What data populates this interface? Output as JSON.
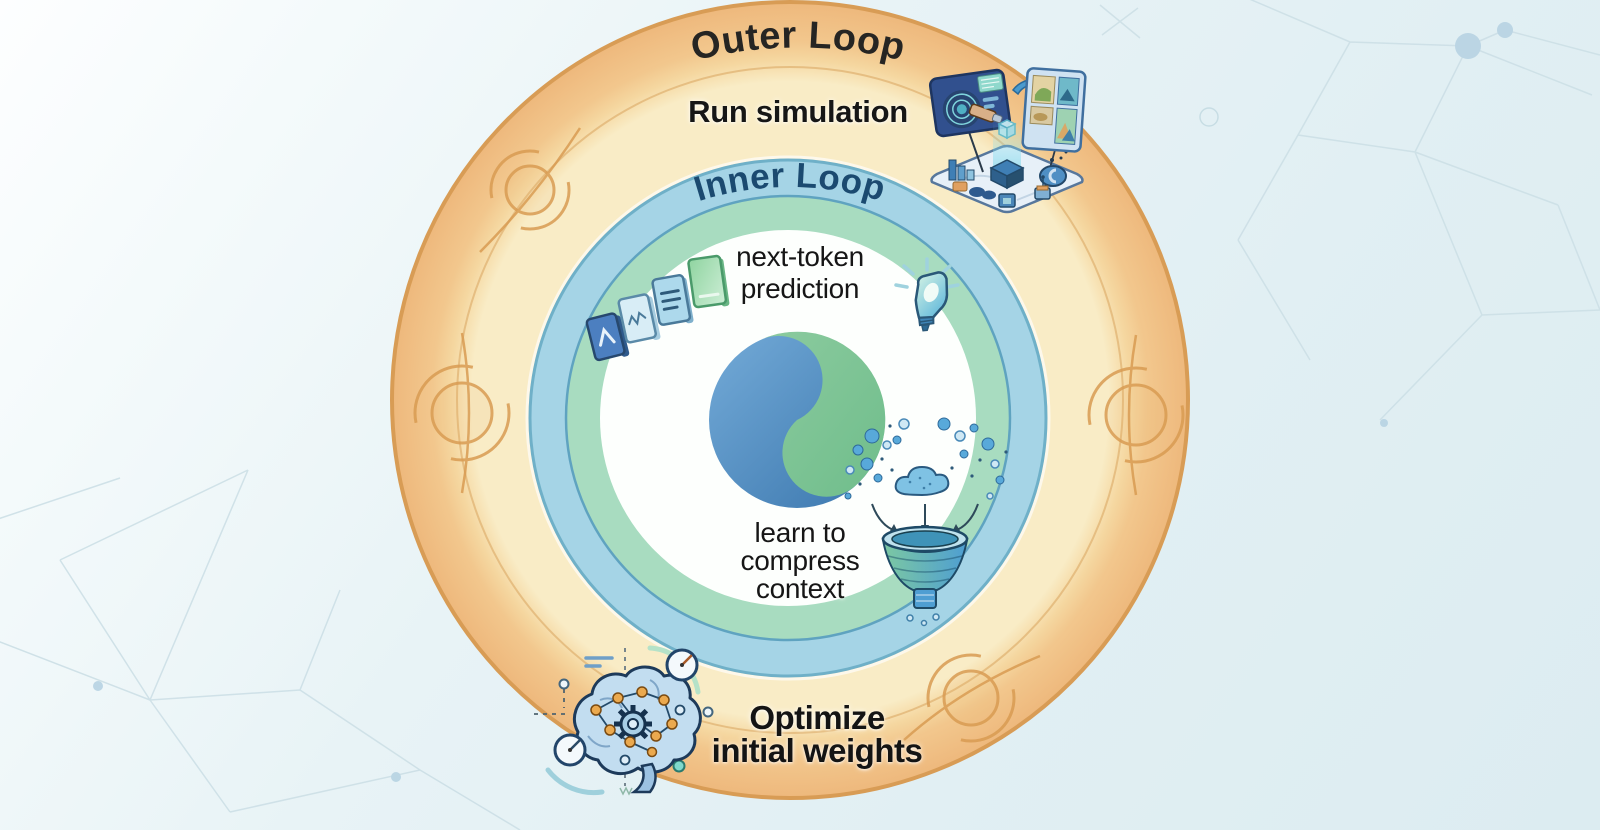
{
  "labels": {
    "outer_loop": "Outer Loop",
    "run_simulation": "Run simulation",
    "inner_loop": "Inner Loop",
    "next_token": [
      "next-token",
      "prediction"
    ],
    "compress": [
      "learn to",
      "compress",
      "context"
    ],
    "optimize": [
      "Optimize",
      "initial weights"
    ]
  },
  "icons": {
    "core": "blue-green-swirl-core",
    "token_cards": "token-document-cards",
    "bulb": "lightbulb-idea",
    "cloud": "data-cloud",
    "funnel": "compression-funnel",
    "brain": "neural-brain-with-gear",
    "gauges": "optimization-gauges",
    "simulation": "simulation-platform-with-screens",
    "arrow": "right-arrow"
  },
  "colors": {
    "background": "#e7f2f5",
    "outer_ring_dark": "#efba7e",
    "outer_ring_light": "#f9ecc6",
    "outer_ring_edge": "#d89c55",
    "inner_ring_blue": "#a5d4e6",
    "inner_ring_green": "#a8dcc0",
    "inner_circle": "#fdfffd",
    "core_blue": "#4d86ba",
    "core_green": "#7cc394",
    "outer_label_text": "#262523",
    "inner_label_text": "#1b4a70",
    "body_text": "#161616"
  }
}
